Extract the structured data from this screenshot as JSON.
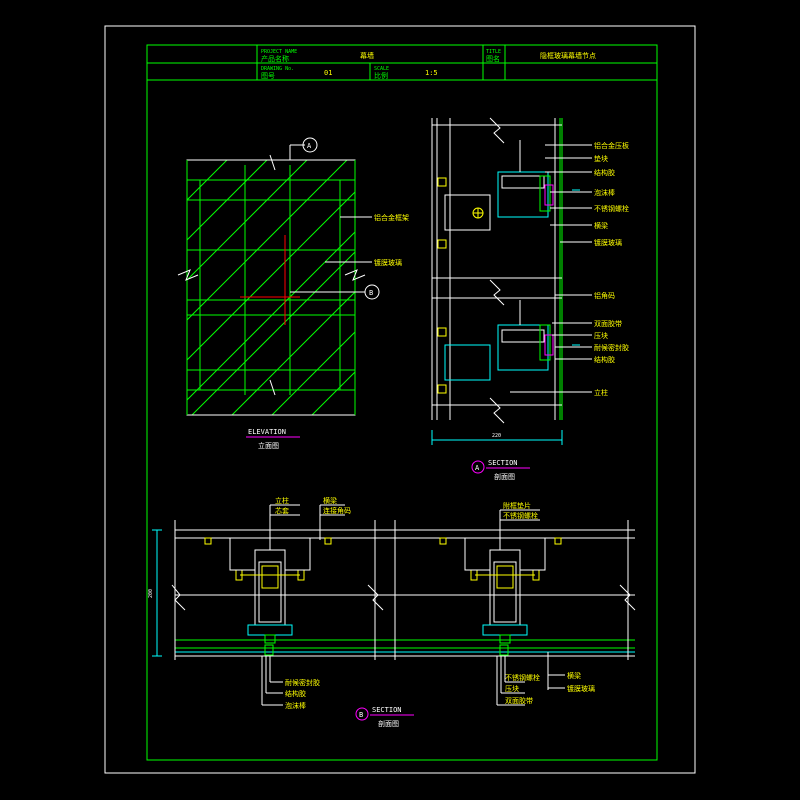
{
  "title_block": {
    "project_name_en": "PROJECT NAME",
    "project_name_cn": "产品名称",
    "project_value": "幕墙",
    "drawing_no_en": "DRAWING No.",
    "drawing_no_cn": "图号",
    "drawing_no_value": "01",
    "scale_en": "SCALE",
    "scale_cn": "比例",
    "scale_value": "1:5",
    "title_en": "TITLE",
    "title_cn": "图名",
    "title_value": "隐框玻璃幕墙节点"
  },
  "elevation": {
    "label_en": "ELEVATION",
    "label_cn": "立面图",
    "marker_a": "A",
    "marker_b": "B",
    "callout_1": "铝合金框架",
    "callout_2": "镀膜玻璃"
  },
  "section_a": {
    "marker": "A",
    "label_en": "SECTION",
    "label_cn": "剖面图",
    "dim_value": "220",
    "callouts_top": [
      "铝合金压板",
      "垫块",
      "结构胶",
      "泡沫棒",
      "不锈钢螺栓",
      "横梁",
      "镀膜玻璃"
    ],
    "callouts_bottom": [
      "铝角码",
      "双面胶带",
      "压块",
      "耐候密封胶",
      "结构胶",
      "立柱"
    ]
  },
  "section_b": {
    "marker": "B",
    "label_en": "SECTION",
    "label_cn": "剖面图",
    "dim_value": "200",
    "callouts_left_top": [
      "立柱",
      "芯套",
      "横梁",
      "连接角码"
    ],
    "callouts_left_bottom": [
      "耐候密封胶",
      "结构胶",
      "泡沫棒"
    ],
    "callouts_right_top": [
      "附框垫片",
      "不锈钢螺栓"
    ],
    "callouts_right_bottom": [
      "横梁",
      "不锈钢螺栓",
      "压块",
      "镀膜玻璃",
      "双面胶带"
    ]
  },
  "colors": {
    "background": "#000000",
    "frame": "#ffffff",
    "border": "#00ff00",
    "dimension": "#00ffff",
    "marker": "#ff00ff",
    "axis": "#ff0000",
    "text": "#ffff00"
  }
}
